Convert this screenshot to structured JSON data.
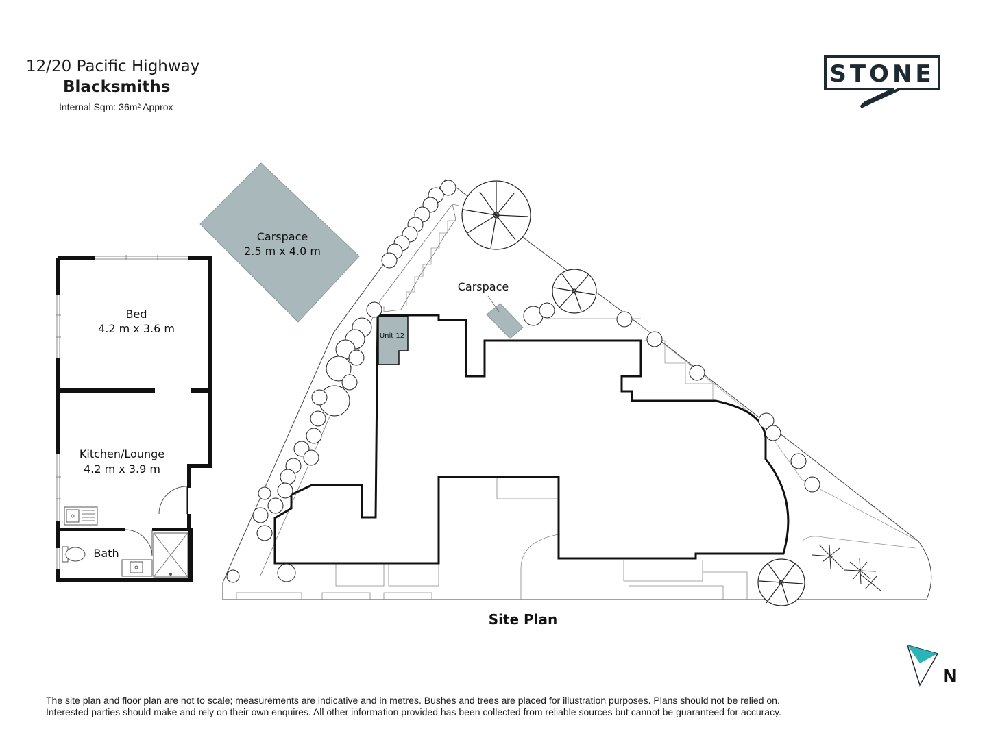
{
  "header": {
    "address": "12/20 Pacific Highway",
    "building": "Blacksmiths",
    "internal_sqm": "Internal Sqm: 36m² Approx"
  },
  "logo": {
    "text": "STONE",
    "color": "#1e2a33"
  },
  "floor_plan": {
    "bed_label": "Bed",
    "bed_size": "4.2 m x 3.6 m",
    "kitchen_label": "Kitchen/Lounge",
    "kitchen_size": "4.2 m x 3.9 m",
    "bath_label": "Bath"
  },
  "carspace_main": {
    "label": "Carspace",
    "size": "2.5 m x 4.0 m",
    "color": "#a8b8bb"
  },
  "site_plan": {
    "title": "Site Plan",
    "carspace_label": "Carspace",
    "unit_label": "Unit 12",
    "highlight_color": "#a8b8bb"
  },
  "north": {
    "label": "N",
    "accent": "#2bb5b8"
  },
  "disclaimer": {
    "line1": "The site plan and floor plan are not to scale; measurements are indicative and in metres. Bushes and trees are placed for illustration purposes. Plans should not be relied on.",
    "line2": "Interested parties should make and rely on their own enquires. All other information provided has been collected from reliable sources but cannot be guaranteed for accuracy."
  }
}
